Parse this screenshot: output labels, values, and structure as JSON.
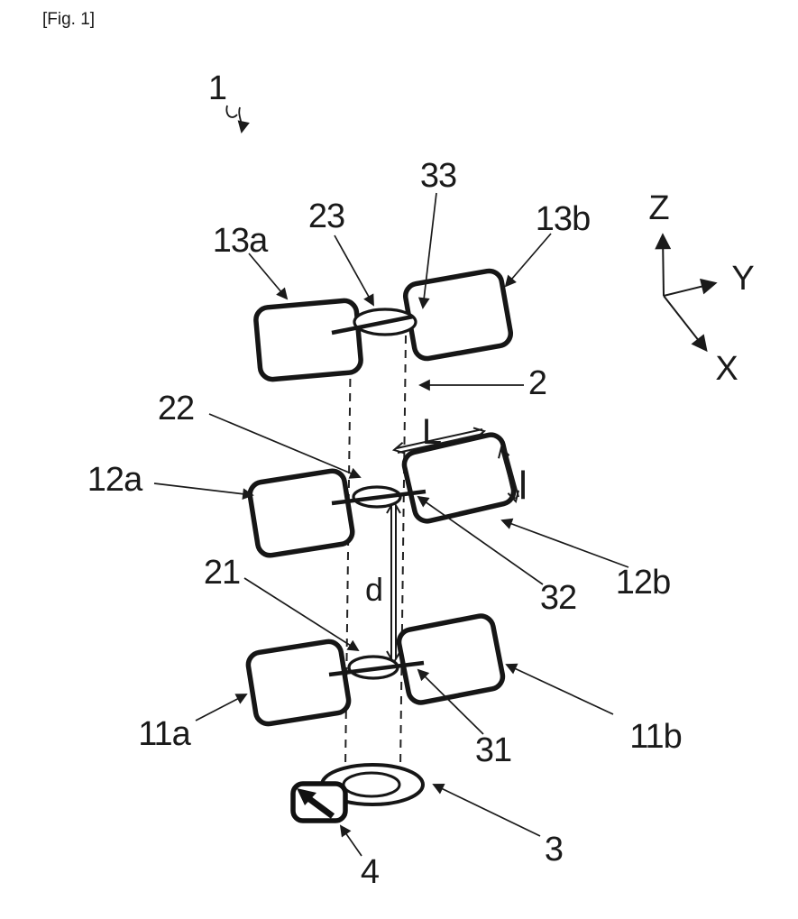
{
  "figure": {
    "caption": "[Fig. 1]",
    "labels": {
      "1": "1",
      "2": "2",
      "3": "3",
      "4": "4",
      "11a": "11a",
      "11b": "11b",
      "12a": "12a",
      "12b": "12b",
      "13a": "13a",
      "13b": "13b",
      "21": "21",
      "22": "22",
      "23": "23",
      "31": "31",
      "32": "32",
      "33": "33",
      "L": "L",
      "l": "l",
      "d": "d",
      "X": "X",
      "Y": "Y",
      "Z": "Z"
    },
    "line_color": "#1a1a1a"
  }
}
